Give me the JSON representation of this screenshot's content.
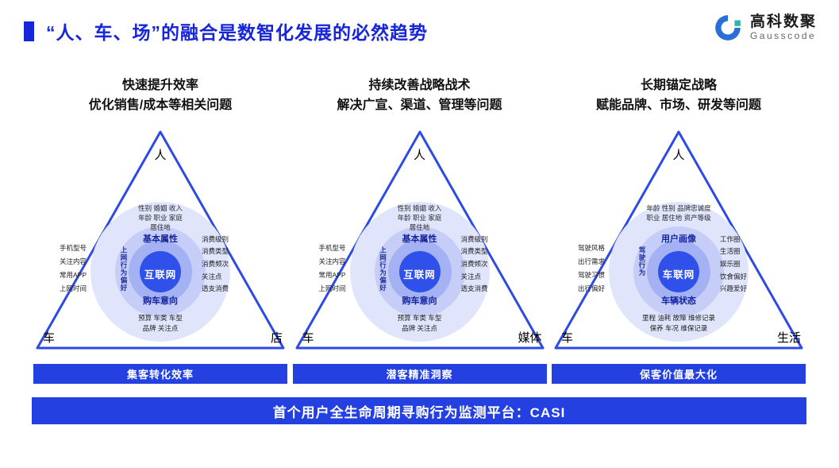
{
  "header": {
    "title": "“人、车、场”的融合是数智化发展的必然趋势",
    "logo": {
      "name": "高科数聚",
      "subtitle": "Gausscode"
    }
  },
  "columns": [
    {
      "header_line1": "快速提升效率",
      "header_line2": "优化销售/成本等相关问题",
      "apex_label": "人",
      "left_vertex": "车",
      "right_vertex": "店",
      "center_label": "互联网",
      "ring_top": "基本属性",
      "ring_bottom": "购车意向",
      "ring_left": "上网行为偏好",
      "top_labels": [
        "性别 婚姻 收入",
        "年龄 职业 家庭",
        "居住地"
      ],
      "left_labels": [
        "手机型号",
        "关注内容",
        "常用APP",
        "上网时间"
      ],
      "right_labels": [
        "消费级别",
        "消费类型",
        "消费频次",
        "关注点",
        "透支消费"
      ],
      "bottom_labels": [
        "预算 车类 车型",
        "品牌 关注点"
      ],
      "bar_label": "集客转化效率"
    },
    {
      "header_line1": "持续改善战略战术",
      "header_line2": "解决广宣、渠道、管理等问题",
      "apex_label": "人",
      "left_vertex": "车",
      "right_vertex": "媒体",
      "center_label": "互联网",
      "ring_top": "基本属性",
      "ring_bottom": "购车意向",
      "ring_left": "上网行为偏好",
      "top_labels": [
        "性别 婚姻 收入",
        "年龄 职业 家庭",
        "居住地"
      ],
      "left_labels": [
        "手机型号",
        "关注内容",
        "常用APP",
        "上网时间"
      ],
      "right_labels": [
        "消费级别",
        "消费类型",
        "消费频次",
        "关注点",
        "透支消费"
      ],
      "bottom_labels": [
        "预算 车类 车型",
        "品牌 关注点"
      ],
      "bar_label": "潜客精准洞察"
    },
    {
      "header_line1": "长期锚定战略",
      "header_line2": "赋能品牌、市场、研发等问题",
      "apex_label": "人",
      "left_vertex": "车",
      "right_vertex": "生活",
      "center_label": "车联网",
      "ring_top": "用户画像",
      "ring_bottom": "车辆状态",
      "ring_left": "驾驶行为",
      "top_labels": [
        "年龄 性别 品牌忠诚度",
        "职业 居住地 资产等级"
      ],
      "left_labels": [
        "驾驶风格",
        "出行需求",
        "驾驶习惯",
        "出行偏好"
      ],
      "right_labels": [
        "工作圈",
        "生活圈",
        "娱乐圈",
        "饮食偏好",
        "兴趣爱好"
      ],
      "bottom_labels": [
        "里程 油耗 故障 维修记录",
        "保养 车况 维保记录"
      ],
      "bar_label": "保客价值最大化"
    }
  ],
  "footer": {
    "label": "首个用户全生命周期寻购行为监测平台：CASI"
  },
  "colors": {
    "accent": "#2440e0",
    "title": "#1626d8",
    "triangle_stroke": "#2c4be6",
    "circle_outer": "#e0e5fb",
    "circle_mid": "#c6cef8",
    "circle_ring": "#a4b2f4",
    "circle_core": "#2f51e9",
    "logo_blue": "#2a6fd6",
    "logo_teal": "#35b3ab"
  }
}
